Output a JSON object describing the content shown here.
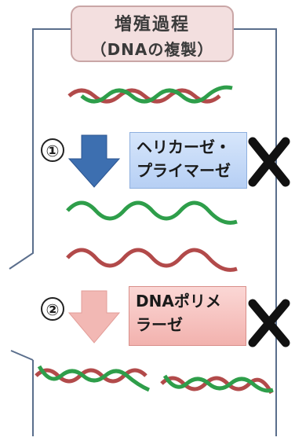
{
  "title": {
    "line1": "増殖過程",
    "line2": "（DNAの複製）"
  },
  "steps": [
    {
      "number": "①",
      "enzyme_line1": "ヘリカーゼ・",
      "enzyme_line2": "プライマーゼ",
      "arrow_color": "#3d6fb0",
      "box_color": "#c4d8f6",
      "blocked": true
    },
    {
      "number": "②",
      "enzyme_line1": "DNAポリメ",
      "enzyme_line2": "ラーゼ",
      "arrow_color": "#f2b8b4",
      "box_color": "#f6c2bf",
      "blocked": true
    }
  ],
  "colors": {
    "strand_green": "#2e9e4a",
    "strand_red": "#b24a4a",
    "cross_mark": "#111111",
    "frame_line": "#5a6e8c"
  },
  "icons": {
    "step_arrow": "down-arrow-icon",
    "blocked_mark": "x-mark-icon"
  }
}
